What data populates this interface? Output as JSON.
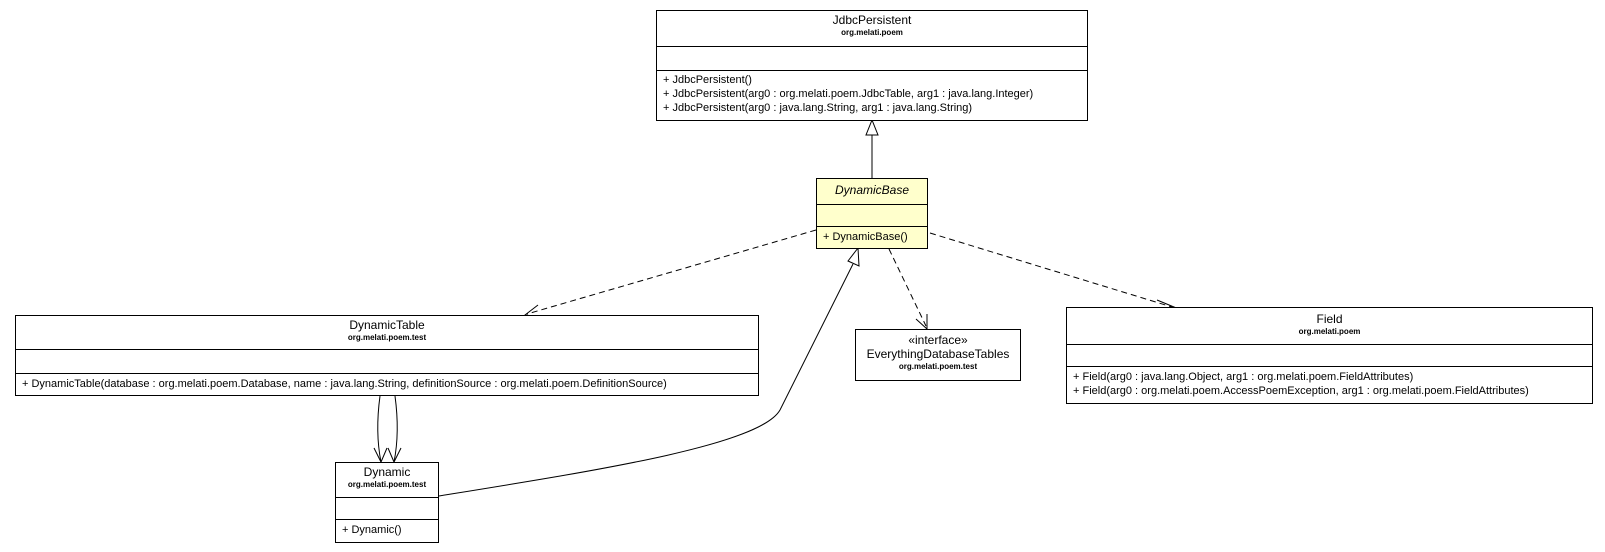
{
  "diagram": {
    "classes": {
      "jdbc_persistent": {
        "name": "JdbcPersistent",
        "package": "org.melati.poem",
        "operations": [
          "+ JdbcPersistent()",
          "+ JdbcPersistent(arg0 : org.melati.poem.JdbcTable, arg1 : java.lang.Integer)",
          "+ JdbcPersistent(arg0 : java.lang.String, arg1 : java.lang.String)"
        ]
      },
      "dynamic_base": {
        "name": "DynamicBase",
        "operations": [
          "+ DynamicBase()"
        ],
        "fill_color": "#ffffcc"
      },
      "dynamic_table": {
        "name": "DynamicTable",
        "package": "org.melati.poem.test",
        "operations": [
          "+ DynamicTable(database : org.melati.poem.Database, name : java.lang.String, definitionSource : org.melati.poem.DefinitionSource)"
        ]
      },
      "everything_database_tables": {
        "stereotype": "«interface»",
        "name": "EverythingDatabaseTables",
        "package": "org.melati.poem.test"
      },
      "field": {
        "name": "Field",
        "package": "org.melati.poem",
        "operations": [
          "+ Field(arg0 : java.lang.Object, arg1 : org.melati.poem.FieldAttributes)",
          "+ Field(arg0 : org.melati.poem.AccessPoemException, arg1 : org.melati.poem.FieldAttributes)"
        ]
      },
      "dynamic": {
        "name": "Dynamic",
        "package": "org.melati.poem.test",
        "operations": [
          "+ Dynamic()"
        ]
      }
    },
    "relations": [
      {
        "type": "generalization",
        "from": "DynamicBase",
        "to": "JdbcPersistent"
      },
      {
        "type": "generalization",
        "from": "Dynamic",
        "to": "DynamicBase"
      },
      {
        "type": "dependency",
        "from": "DynamicBase",
        "to": "DynamicTable"
      },
      {
        "type": "dependency",
        "from": "DynamicBase",
        "to": "EverythingDatabaseTables"
      },
      {
        "type": "dependency",
        "from": "DynamicBase",
        "to": "Field"
      },
      {
        "type": "navigable-association",
        "from": "DynamicTable",
        "to": "Dynamic"
      },
      {
        "type": "navigable-association",
        "from": "DynamicTable",
        "to": "Dynamic"
      }
    ],
    "line_color": "#000000"
  }
}
